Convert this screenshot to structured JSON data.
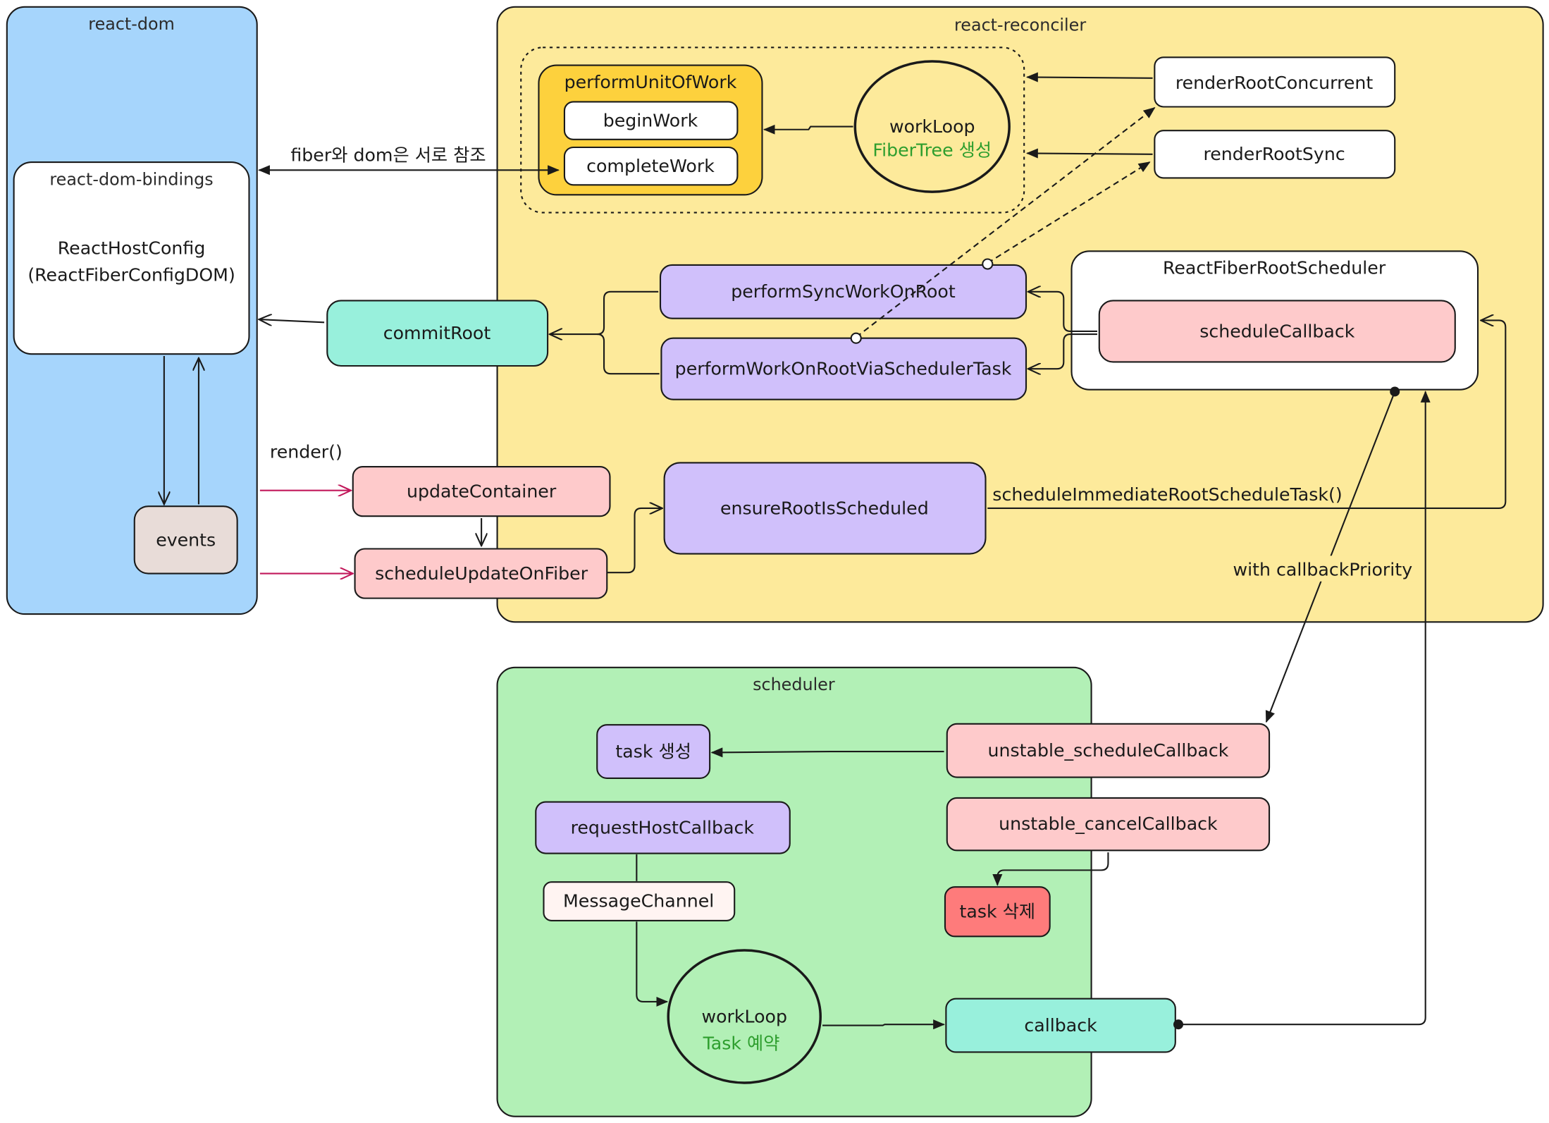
{
  "groups": {
    "react_dom": "react-dom",
    "react_dom_bindings": "react-dom-bindings",
    "react_reconciler": "react-reconciler",
    "react_fiber_root_scheduler": "ReactFiberRootScheduler",
    "scheduler": "scheduler",
    "perform_unit_of_work": "performUnitOfWork"
  },
  "nodes": {
    "react_host_config_line1": "ReactHostConfig",
    "react_host_config_line2": "(ReactFiberConfigDOM)",
    "events": "events",
    "begin_work": "beginWork",
    "complete_work": "completeWork",
    "work_loop_reconciler_line1": "workLoop",
    "work_loop_reconciler_line2": "FiberTree 생성",
    "render_root_concurrent": "renderRootConcurrent",
    "render_root_sync": "renderRootSync",
    "perform_sync_work_on_root": "performSyncWorkOnRoot",
    "perform_work_on_root_via_scheduler_task": "performWorkOnRootViaSchedulerTask",
    "schedule_callback": "scheduleCallback",
    "commit_root": "commitRoot",
    "update_container": "updateContainer",
    "schedule_update_on_fiber": "scheduleUpdateOnFiber",
    "ensure_root_is_scheduled": "ensureRootIsScheduled",
    "task_create": "task 생성",
    "unstable_schedule_callback": "unstable_scheduleCallback",
    "unstable_cancel_callback": "unstable_cancelCallback",
    "request_host_callback": "requestHostCallback",
    "message_channel": "MessageChannel",
    "task_delete": "task 삭제",
    "work_loop_scheduler_line1": "workLoop",
    "work_loop_scheduler_line2": "Task 예약",
    "callback": "callback"
  },
  "edge_labels": {
    "fiber_dom_reference": "fiber와 dom은 서로 참조",
    "render_call": "render()",
    "schedule_immediate_root_schedule_task": "scheduleImmediateRootScheduleTask()",
    "with_callback_priority": "with callbackPriority"
  },
  "colors": {
    "react_dom_fill": "#a6d5fc",
    "reconciler_fill": "#fdea9b",
    "scheduler_fill": "#b2f0b6",
    "purple_node": "#d0c0fb",
    "pink_node": "#fecacb",
    "teal_node": "#98f0dc",
    "unit_of_work_fill": "#fdd13d",
    "events_fill": "#e8dcd8",
    "message_channel_fill": "#fff4f2",
    "task_delete_fill": "#fe7b7b",
    "green_text": "#2e9e2e",
    "magenta_arrow": "#c2185b"
  }
}
